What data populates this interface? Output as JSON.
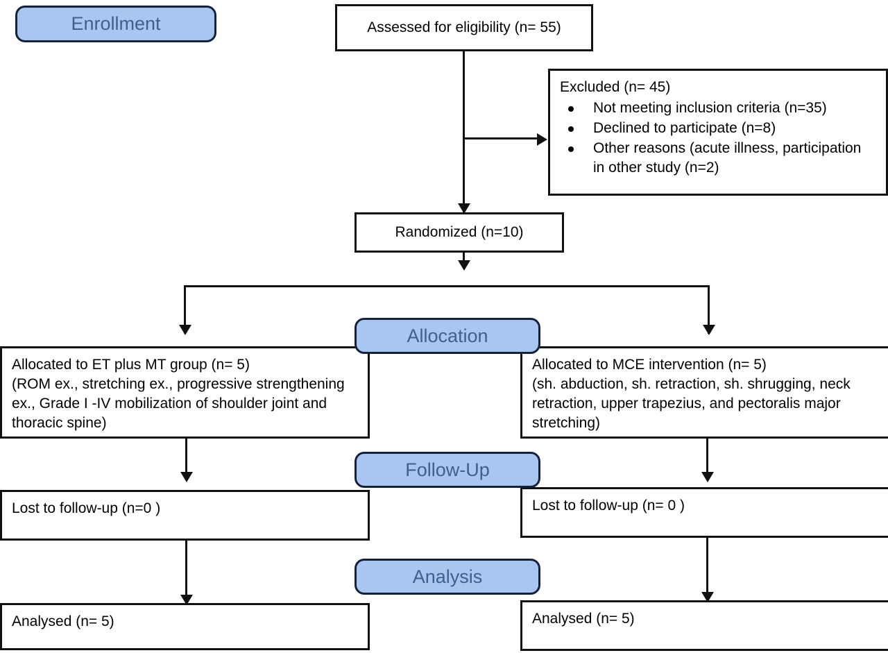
{
  "diagram": {
    "title": "CONSORT participant flow diagram",
    "accent_badge_fill": "#A8C6F0",
    "accent_badge_text": "#3F5F8E",
    "badge_border": "#14213D",
    "node_border": "#111111",
    "node_fill": "#FFFFFF",
    "text_color": "#000000"
  },
  "stages": {
    "enrollment": "Enrollment",
    "allocation": "Allocation",
    "followup": "Follow-Up",
    "analysis": "Analysis"
  },
  "nodes": {
    "assessed": "Assessed for eligibility (n= 55)",
    "excluded_title": "Excluded (n= 45)",
    "excluded_reasons": [
      "Not meeting inclusion criteria (n=35)",
      "Declined to participate (n=8)",
      "Other reasons (acute illness, participation in other study (n=2)"
    ],
    "randomized": "Randomized (n=10)",
    "alloc_left": {
      "line1": "Allocated to ET plus MT group (n= 5)",
      "line2": "(ROM ex., stretching ex., progressive strengthening ex., Grade I -IV mobilization of shoulder joint and thoracic spine)"
    },
    "alloc_right": {
      "line1": "Allocated to MCE intervention (n= 5)",
      "line2": "(sh. abduction, sh. retraction, sh. shrugging, neck retraction, upper trapezius, and pectoralis major stretching)"
    },
    "lost_left": "Lost to follow-up (n=0 )",
    "lost_right": "Lost to follow-up (n= 0 )",
    "analysed_left": "Analysed (n= 5)",
    "analysed_right": "Analysed (n= 5)"
  }
}
